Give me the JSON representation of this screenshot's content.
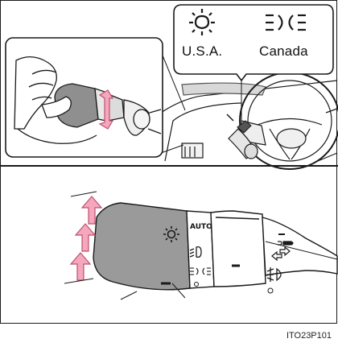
{
  "figure": {
    "code": "ITO23P101",
    "callout": {
      "left_label": "U.S.A.",
      "right_label": "Canada"
    },
    "stalk": {
      "auto_label": "AUTO"
    }
  },
  "icons": {
    "sun": "light-sun-icon",
    "drl": "drl-icon",
    "low_beam": "low-beam-icon",
    "fog": "fog-light-icon",
    "arrow_up": "arrow-up-icon",
    "ring_arrow": "rotate-arrow-icon"
  },
  "colors": {
    "arrow_fill": "#f4a7bd",
    "arrow_stroke": "#c0506e",
    "stalk_dark": "#9a9a9a",
    "stalk_light": "#ffffff",
    "line": "#1a1a1a"
  }
}
